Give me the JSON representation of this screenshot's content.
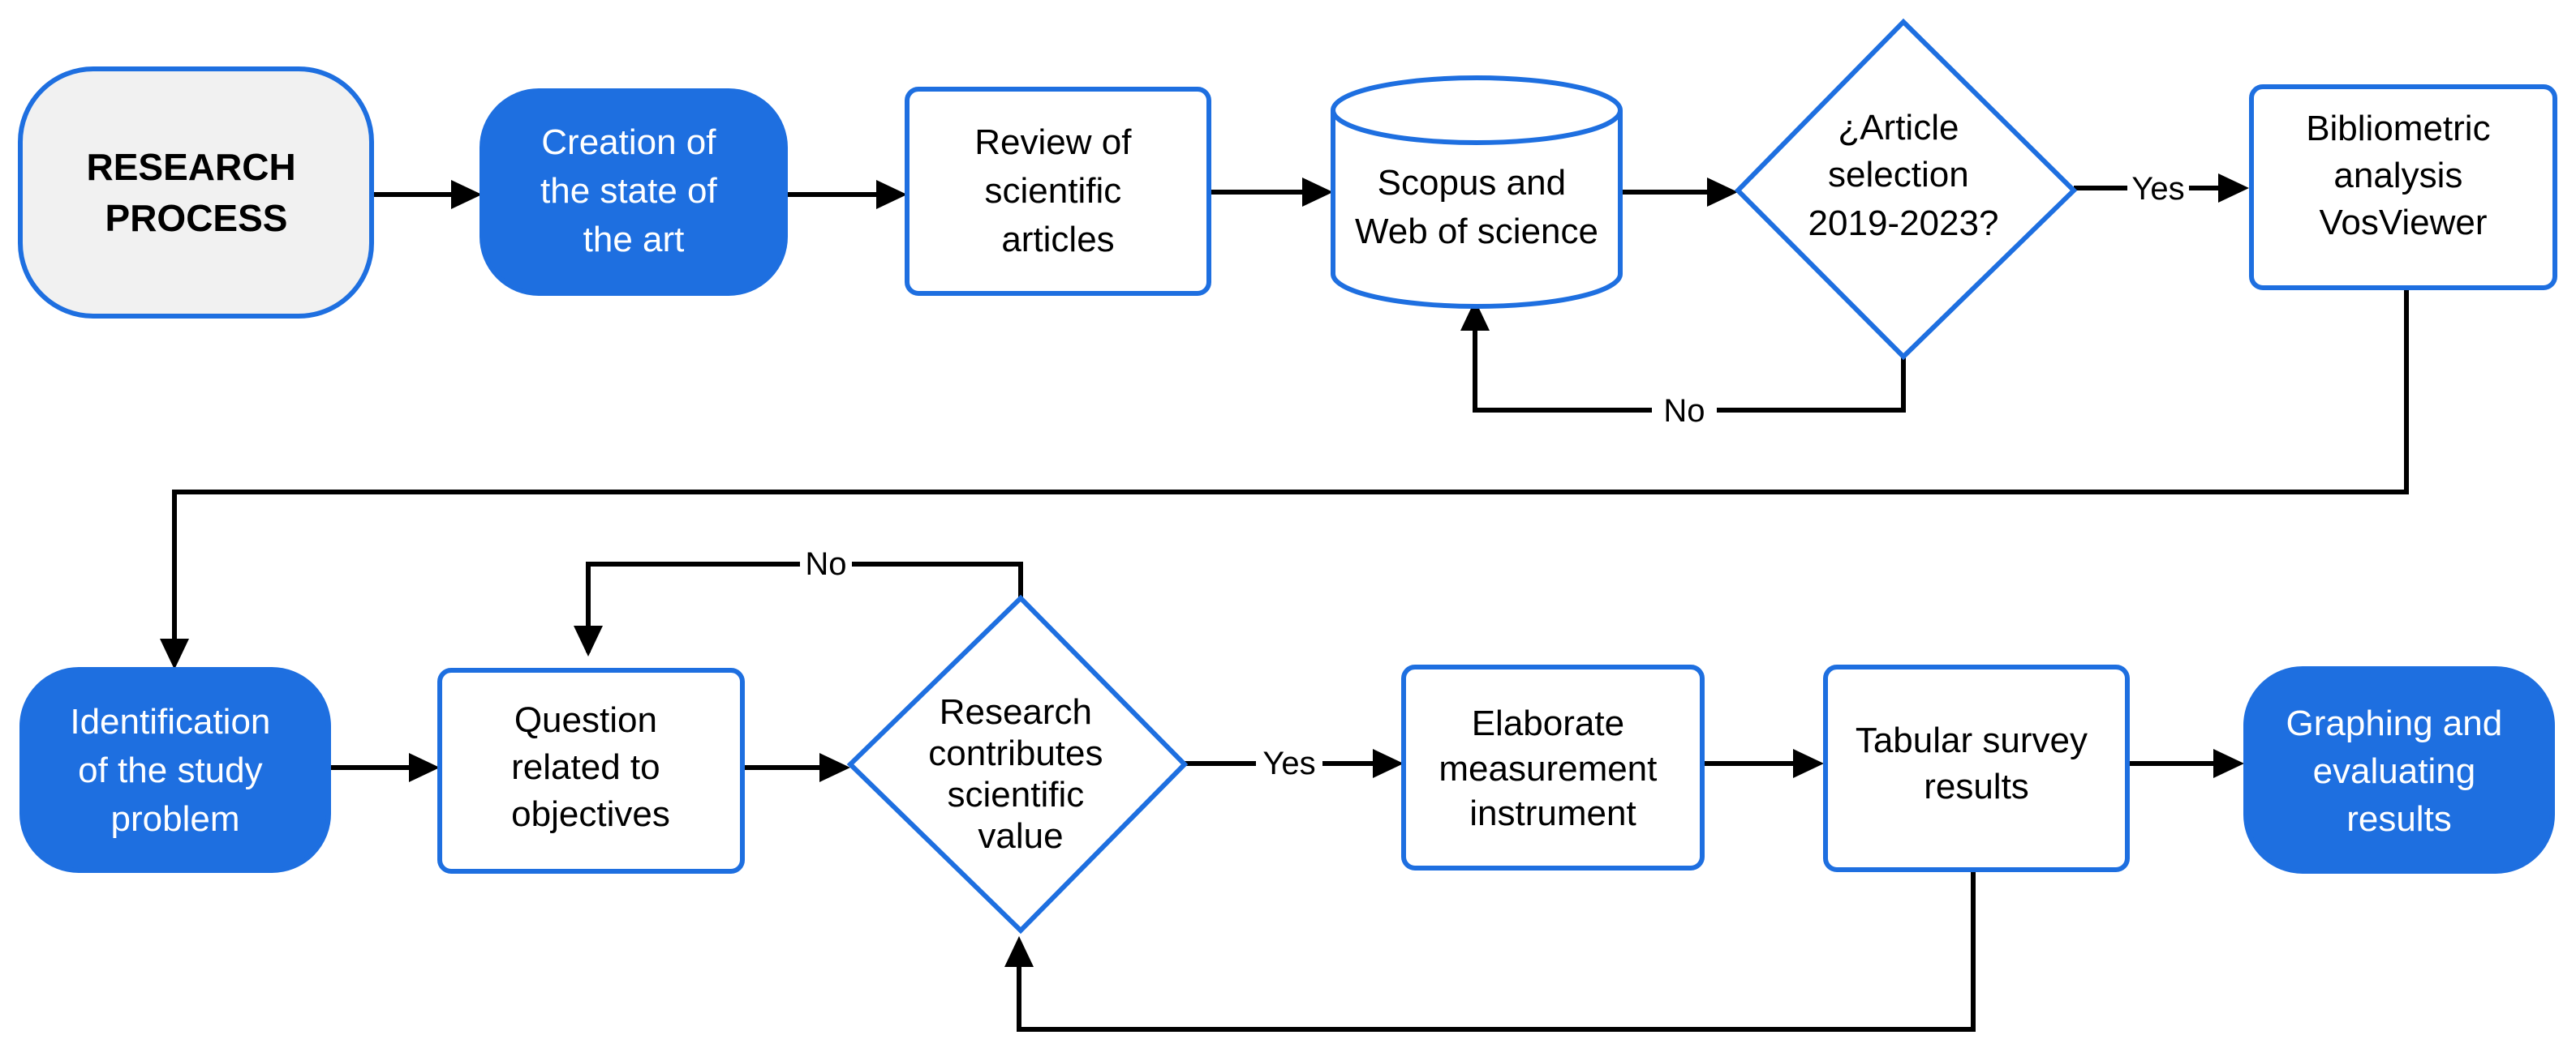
{
  "colors": {
    "accent": "#1e6fe0",
    "stroke": "#1e6fe0",
    "light_fill": "#f1f1f1",
    "white": "#ffffff",
    "line": "#000000",
    "text": "#000000"
  },
  "nodes": {
    "research_process": [
      "RESEARCH",
      "PROCESS"
    ],
    "creation_state_of_art": [
      "Creation of",
      "the state of",
      "the art"
    ],
    "review_articles": [
      "Review of",
      "scientific",
      "articles"
    ],
    "scopus_wos": [
      "Scopus and",
      "Web of science"
    ],
    "article_selection": [
      "¿Article",
      "selection",
      "2019-2023?"
    ],
    "bibliometric": [
      "Bibliometric",
      "analysis",
      "VosViewer"
    ],
    "identification_problem": [
      "Identification",
      "of the study",
      "problem"
    ],
    "question_objectives": [
      "Question",
      "related to",
      "objectives"
    ],
    "contributes_value": [
      "Research",
      "contributes",
      "scientific",
      "value"
    ],
    "elaborate_instrument": [
      "Elaborate",
      "measurement",
      "instrument"
    ],
    "tabular_results": [
      "Tabular survey",
      "results"
    ],
    "graphing_results": [
      "Graphing and",
      "evaluating",
      "results"
    ]
  },
  "edge_labels": {
    "selection_yes": "Yes",
    "selection_no": "No",
    "value_yes": "Yes",
    "value_no": "No"
  }
}
